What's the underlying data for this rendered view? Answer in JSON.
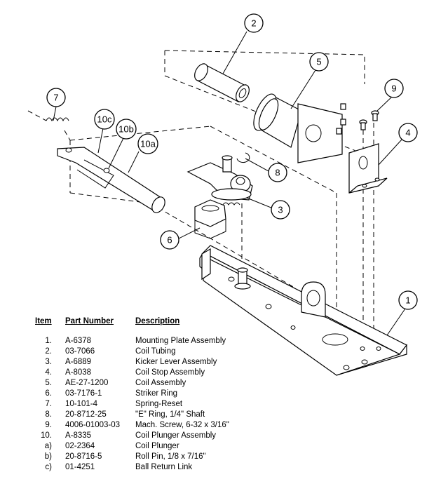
{
  "callouts": [
    "1",
    "2",
    "3",
    "4",
    "5",
    "6",
    "7",
    "8",
    "9",
    "10a",
    "10b",
    "10c"
  ],
  "table": {
    "headers": {
      "item": "Item",
      "part_number": "Part Number",
      "description": "Description"
    },
    "rows": [
      {
        "item": "1.",
        "part_number": "A-6378",
        "description": "Mounting Plate Assembly"
      },
      {
        "item": "2.",
        "part_number": "03-7066",
        "description": "Coil Tubing"
      },
      {
        "item": "3.",
        "part_number": "A-6889",
        "description": "Kicker Lever Assembly"
      },
      {
        "item": "4.",
        "part_number": "A-8038",
        "description": "Coil Stop Assembly"
      },
      {
        "item": "5.",
        "part_number": "AE-27-1200",
        "description": "Coil Assembly"
      },
      {
        "item": "6.",
        "part_number": "03-7176-1",
        "description": "Striker Ring"
      },
      {
        "item": "7.",
        "part_number": "10-101-4",
        "description": "Spring-Reset"
      },
      {
        "item": "8.",
        "part_number": "20-8712-25",
        "description": "\"E\" Ring, 1/4\" Shaft"
      },
      {
        "item": "9.",
        "part_number": "4006-01003-03",
        "description": "Mach. Screw, 6-32 x 3/16\""
      },
      {
        "item": "10.",
        "part_number": "A-8335",
        "description": "Coil Plunger Assembly"
      },
      {
        "item": "a)",
        "part_number": "02-2364",
        "description": "Coil Plunger"
      },
      {
        "item": "b)",
        "part_number": "20-8716-5",
        "description": "Roll Pin, 1/8 x 7/16\""
      },
      {
        "item": "c)",
        "part_number": "01-4251",
        "description": "Ball Return Link"
      }
    ]
  }
}
